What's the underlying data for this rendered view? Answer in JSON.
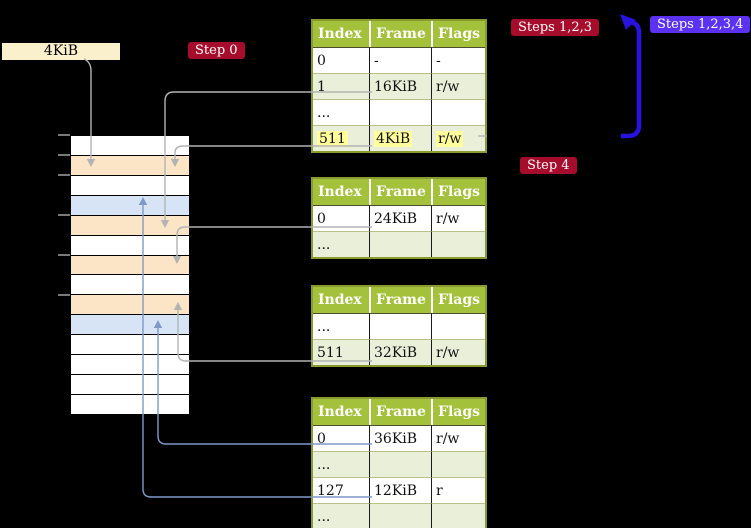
{
  "labels": {
    "frame_size": "4KiB",
    "step0": "Step 0",
    "steps123": "Steps 1,2,3",
    "steps1234": "Steps 1,2,3,4",
    "step4": "Step 4"
  },
  "colors": {
    "badge_red": "#a60d2d",
    "badge_blue": "#5b32f2",
    "arrow_blue": "#2713dc",
    "connector_gray": "#b3b3b3",
    "connector_blue": "#7e99c7",
    "table_border": "#8a9a2e",
    "table_header_bg": "#a4c13c",
    "table_row_green": "#e9efd8",
    "highlight_yellow": "#ffff9c",
    "strip_peach": "#fce4c7",
    "strip_blue": "#d6e4f5",
    "strip_white": "#ffffff",
    "label_cream": "#fbf0cc"
  },
  "memory_strip": {
    "rows": [
      "white",
      "peach",
      "white",
      "blue",
      "peach",
      "white",
      "peach",
      "white",
      "peach",
      "blue",
      "white",
      "white",
      "white",
      "white"
    ]
  },
  "tables": [
    {
      "name": "page-table-level-1",
      "headers": [
        "Index",
        "Frame",
        "Flags"
      ],
      "rows": [
        {
          "cells": [
            "0",
            "-",
            "-"
          ],
          "shaded": false,
          "highlight": false
        },
        {
          "cells": [
            "1",
            "16KiB",
            "r/w"
          ],
          "shaded": true,
          "highlight": false
        },
        {
          "cells": [
            "...",
            "",
            ""
          ],
          "shaded": false,
          "highlight": false
        },
        {
          "cells": [
            "511",
            "4KiB",
            "r/w"
          ],
          "shaded": true,
          "highlight": true
        }
      ]
    },
    {
      "name": "page-table-level-2",
      "headers": [
        "Index",
        "Frame",
        "Flags"
      ],
      "rows": [
        {
          "cells": [
            "0",
            "24KiB",
            "r/w"
          ],
          "shaded": false,
          "highlight": false
        },
        {
          "cells": [
            "...",
            "",
            ""
          ],
          "shaded": true,
          "highlight": false
        }
      ]
    },
    {
      "name": "page-table-level-3",
      "headers": [
        "Index",
        "Frame",
        "Flags"
      ],
      "rows": [
        {
          "cells": [
            "...",
            "",
            ""
          ],
          "shaded": false,
          "highlight": false
        },
        {
          "cells": [
            "511",
            "32KiB",
            "r/w"
          ],
          "shaded": true,
          "highlight": false
        }
      ]
    },
    {
      "name": "page-table-level-4",
      "headers": [
        "Index",
        "Frame",
        "Flags"
      ],
      "rows": [
        {
          "cells": [
            "0",
            "36KiB",
            "r/w"
          ],
          "shaded": false,
          "highlight": false
        },
        {
          "cells": [
            "...",
            "",
            ""
          ],
          "shaded": true,
          "highlight": false
        },
        {
          "cells": [
            "127",
            "12KiB",
            "r"
          ],
          "shaded": false,
          "highlight": false
        },
        {
          "cells": [
            "...",
            "",
            ""
          ],
          "shaded": true,
          "highlight": false
        }
      ]
    }
  ]
}
